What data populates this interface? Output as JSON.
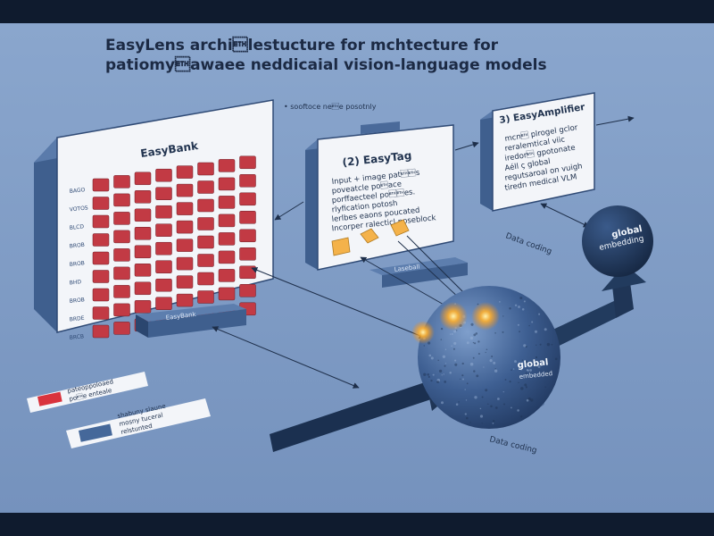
{
  "title": {
    "line1": "EasyLens archi\u0003lestucture for mchtecture for",
    "line2": "patiomy\u0003awaee neddicaial vision-language models"
  },
  "top_note": "• sooftoce ne\u0003e posotnly",
  "easybank": {
    "panel_title": "EasyBank",
    "row_labels": [
      "BAGO",
      "VOTOS",
      "BLCD",
      "BROB",
      "BROB",
      "BHD",
      "BROB",
      "BRDE",
      "BRCB"
    ],
    "base_label": "EasyBank"
  },
  "easytag": {
    "panel_title": "(2)  EasyTag",
    "text_lines": [
      "Input + image pat\u0003\u0003s",
      "poveatcle po\u0003ace",
      "porffaecteel po\u0003\u0003es.",
      "rlyfication potosh",
      "lerlbes eaons poucated",
      "Incorper ralecticl poseblock"
    ],
    "base_label": "Laseball"
  },
  "easyamplifier": {
    "panel_title": "3) EasyAmplifier",
    "text_lines": [
      "mcn\u0003 plrogel gclor",
      "reralemtical viic",
      "iredor\u0003 gpotonate",
      "Aéll ç global",
      "regutsaroal on vuigh",
      "tiredn medical VLM"
    ]
  },
  "nodes": {
    "center": [
      "global",
      "embedded"
    ],
    "right": [
      "global",
      "embedding"
    ]
  },
  "labels": {
    "data_coding_right": "Data coding",
    "data_coding_bottom": "Data coding"
  },
  "legend": {
    "item1": [
      "pateoppoloaed",
      "po\u0003e enteale"
    ],
    "item2": [
      "shabuny slaune",
      "mosny tuceral",
      "relstunted"
    ]
  },
  "colors": {
    "background": "#7f9cc6",
    "frame": "#0f1b2e",
    "panel_side": "#3f5f8e",
    "arrow": "#223b5e",
    "tile": "#c23a44",
    "legend_red": "#d9333d",
    "legend_blue": "#45689a",
    "glow": "#ffb02e"
  }
}
